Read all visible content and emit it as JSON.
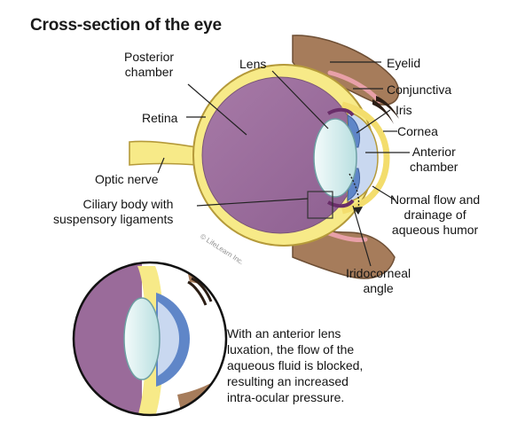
{
  "title": "Cross-section of the eye",
  "labels": {
    "posterior_chamber": "Posterior\nchamber",
    "lens": "Lens",
    "eyelid": "Eyelid",
    "conjunctiva": "Conjunctiva",
    "retina": "Retina",
    "iris": "Iris",
    "cornea": "Cornea",
    "anterior_chamber": "Anterior\nchamber",
    "optic_nerve": "Optic nerve",
    "ciliary_body": "Ciliary body with\nsuspensory ligaments",
    "normal_flow": "Normal flow and\ndrainage of\naqueous humor",
    "iridocorneal_angle": "Iridocorneal\nangle"
  },
  "caption": "With an anterior lens\nluxation, the flow of the\naqueous fluid is blocked,\nresulting an increased\nintra-ocular pressure.",
  "credit": "© LifeLearn Inc.",
  "colors": {
    "vitreous": "#9a6b9a",
    "sclera_yellow": "#f7ea88",
    "sclera_outline": "#b59a3a",
    "lens": "#dff3f2",
    "anterior_blue": "#5f86c8",
    "anterior_light": "#c9d8f0",
    "skin": "#a67c5b",
    "conjunctiva_pink": "#e8a0a8"
  }
}
